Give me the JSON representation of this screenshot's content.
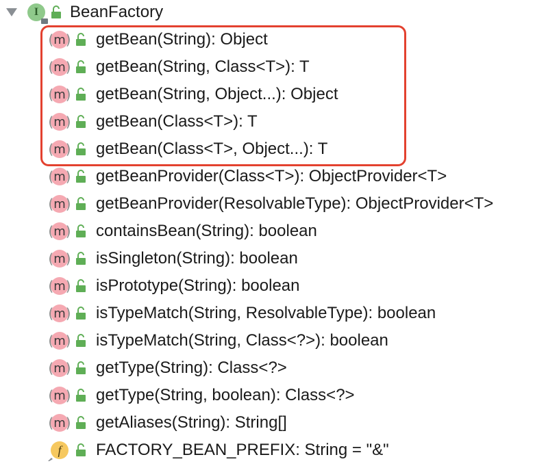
{
  "tree": {
    "root": {
      "label": "BeanFactory",
      "icon": "interface-icon",
      "icon_letter": "I",
      "expanded": true
    },
    "members": [
      {
        "label": "getBean(String): Object",
        "kind": "method"
      },
      {
        "label": "getBean(String, Class<T>): T",
        "kind": "method"
      },
      {
        "label": "getBean(String, Object...): Object",
        "kind": "method"
      },
      {
        "label": "getBean(Class<T>): T",
        "kind": "method"
      },
      {
        "label": "getBean(Class<T>, Object...): T",
        "kind": "method"
      },
      {
        "label": "getBeanProvider(Class<T>): ObjectProvider<T>",
        "kind": "method"
      },
      {
        "label": "getBeanProvider(ResolvableType): ObjectProvider<T>",
        "kind": "method"
      },
      {
        "label": "containsBean(String): boolean",
        "kind": "method"
      },
      {
        "label": "isSingleton(String): boolean",
        "kind": "method"
      },
      {
        "label": "isPrototype(String): boolean",
        "kind": "method"
      },
      {
        "label": "isTypeMatch(String, ResolvableType): boolean",
        "kind": "method"
      },
      {
        "label": "isTypeMatch(String, Class<?>): boolean",
        "kind": "method"
      },
      {
        "label": "getType(String): Class<?>",
        "kind": "method"
      },
      {
        "label": "getType(String, boolean): Class<?>",
        "kind": "method"
      },
      {
        "label": "getAliases(String): String[]",
        "kind": "method"
      },
      {
        "label": "FACTORY_BEAN_PREFIX: String = \"&\"",
        "kind": "field"
      }
    ],
    "method_icon_letter": "m",
    "field_icon_letter": "f"
  },
  "colors": {
    "highlight_border": "#e3412f",
    "method_icon_bg": "#f5a9b2",
    "interface_icon_bg": "#8fc98b",
    "field_icon_bg": "#f6c85f",
    "lock_green": "#5fae56"
  }
}
